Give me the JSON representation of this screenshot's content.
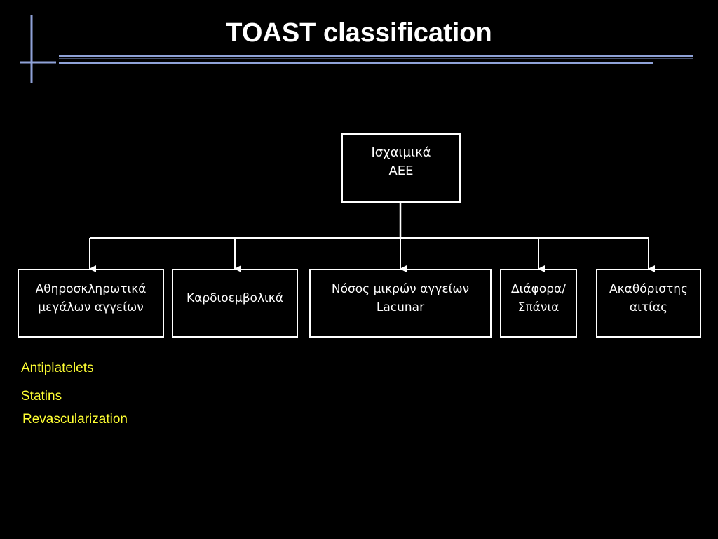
{
  "title": "TOAST classification",
  "colors": {
    "background": "#000000",
    "text": "#ffffff",
    "accent_lines": "#8fa2d8",
    "notes": "#ffff33"
  },
  "diagram": {
    "root": {
      "line1": "Ισχαιμικά",
      "line2": "ΑΕΕ"
    },
    "children": [
      {
        "label": "Αθηροσκληρωτικά\nμεγάλων αγγείων"
      },
      {
        "label": "Καρδιοεμβολικά"
      },
      {
        "label": "Νόσος μικρών αγγείων\nLacunar"
      },
      {
        "label": "Διάφορα/\nΣπάνια"
      },
      {
        "label": "Ακαθόριστης\nαιτίας"
      }
    ]
  },
  "notes": {
    "antiplatelets": "Antiplatelets",
    "statins": "Statins",
    "revascularization": "Revascularization"
  }
}
